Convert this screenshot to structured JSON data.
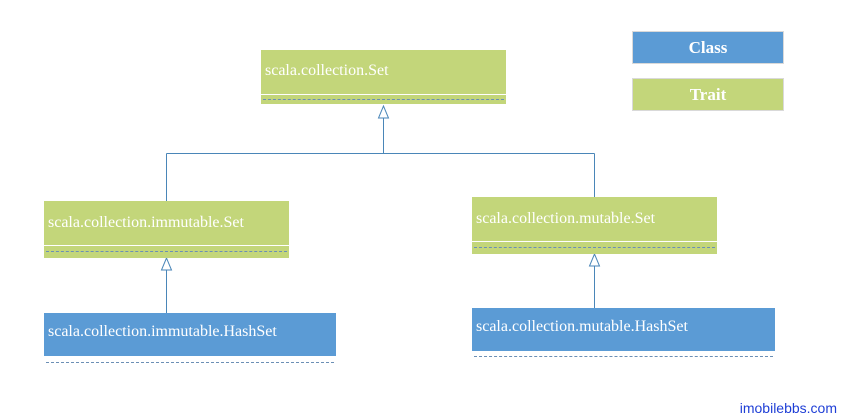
{
  "nodes": {
    "set": {
      "name": "scala.collection.Set",
      "kind": "Trait"
    },
    "immutable_set": {
      "name": "scala.collection.immutable.Set",
      "kind": "Trait"
    },
    "mutable_set": {
      "name": "scala.collection.mutable.Set",
      "kind": "Trait"
    },
    "immutable_hashset": {
      "name": "scala.collection.immutable.HashSet",
      "kind": "Class"
    },
    "mutable_hashset": {
      "name": "scala.collection.mutable.HashSet",
      "kind": "Class"
    }
  },
  "edges": [
    {
      "from": "immutable_set",
      "to": "set",
      "type": "inheritance"
    },
    {
      "from": "mutable_set",
      "to": "set",
      "type": "inheritance"
    },
    {
      "from": "immutable_hashset",
      "to": "immutable_set",
      "type": "inheritance"
    },
    {
      "from": "mutable_hashset",
      "to": "mutable_set",
      "type": "inheritance"
    }
  ],
  "legend": {
    "class_label": "Class",
    "trait_label": "Trait",
    "class_color": "#5b9bd5",
    "trait_color": "#c3d67a"
  },
  "colors": {
    "connector": "#4a86b8"
  },
  "watermark": "imobilebbs.com"
}
